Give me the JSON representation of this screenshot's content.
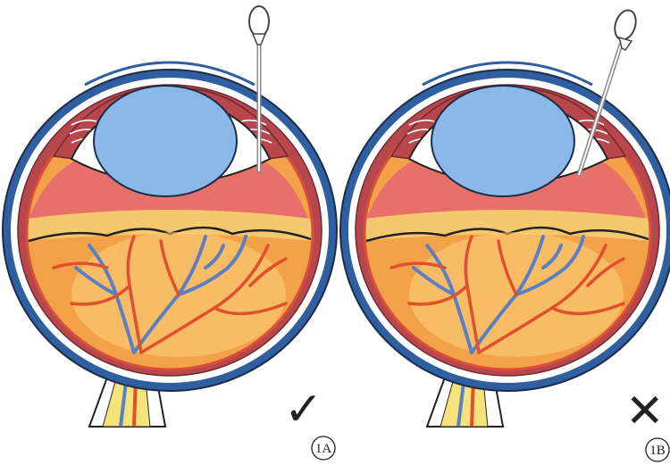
{
  "panels": [
    {
      "label": "1A",
      "mark": "✓",
      "mark_icon": "check-mark-icon",
      "instrument": "straight"
    },
    {
      "label": "1B",
      "mark": "✕",
      "mark_icon": "cross-mark-icon",
      "instrument": "tilted"
    }
  ],
  "colors": {
    "sclera": "#2f5f9e",
    "choroid": "#b7474d",
    "lens": "#8bb8e8",
    "retina_upper": "#e8706a",
    "retina_mid": "#f6b96a",
    "retina_lower": "#f4a24a",
    "vein": "#5b7fc4",
    "artery": "#e0502e",
    "nerve_yellow": "#f6e27a"
  }
}
